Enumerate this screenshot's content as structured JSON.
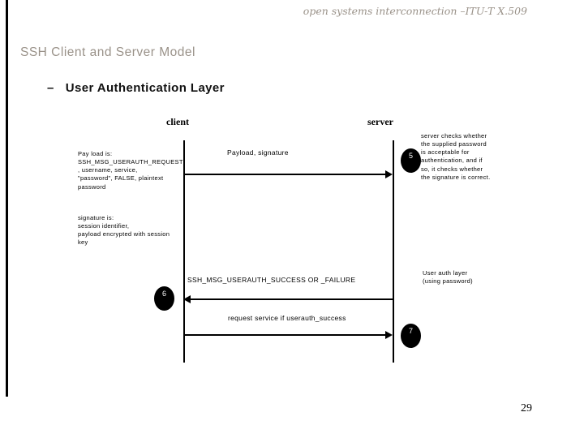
{
  "slide": {
    "header": "open systems interconnection –ITU-T X.509",
    "title": "SSH Client and Server Model",
    "subtitle_dash": "–",
    "subtitle": "User Authentication Layer",
    "page_number": "29"
  },
  "diagram": {
    "client_label": "client",
    "server_label": "server",
    "client_payload_note": "Pay load is:\nSSH_MSG_USERAUTH_REQUEST\n, username, service,\n\"password\", FALSE, plaintext\npassword",
    "client_signature_note": "signature is:\nsession identifier,\npayload encrypted with session\nkey",
    "server_check_note": "server checks whether\nthe supplied password\nis acceptable for\nauthentication, and if\nso, it checks whether\nthe signature is correct.",
    "user_auth_note": "User auth layer\n(using password)",
    "messages": [
      {
        "label": "Payload, signature",
        "direction": "right",
        "step": "5"
      },
      {
        "label": "SSH_MSG_USERAUTH_SUCCESS OR _FAILURE",
        "direction": "left",
        "step": "6"
      },
      {
        "label": "request service if userauth_success",
        "direction": "right",
        "step": "7"
      }
    ]
  },
  "colors": {
    "muted_title": "#9a9289",
    "line": "#000000",
    "background": "#ffffff"
  }
}
